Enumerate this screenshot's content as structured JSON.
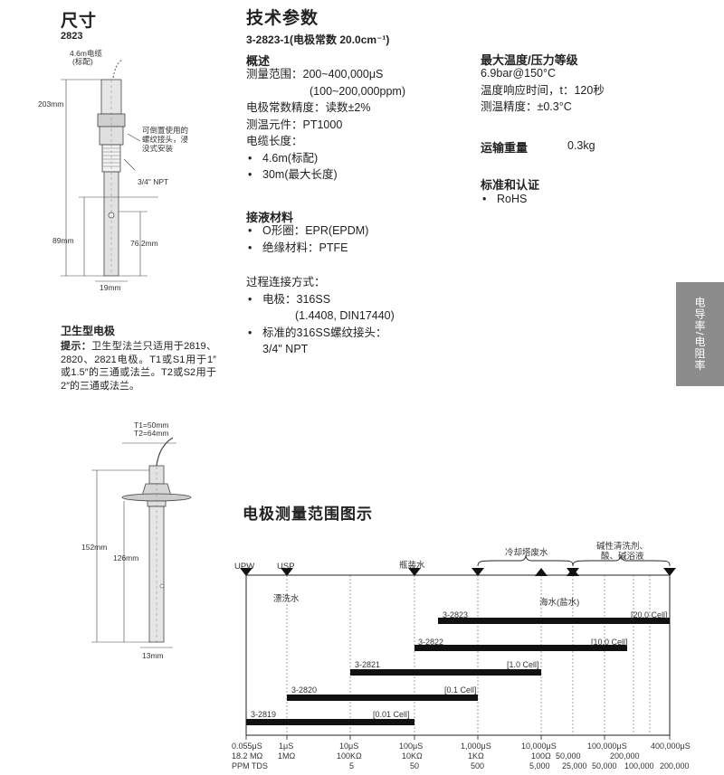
{
  "dimensions": {
    "title": "尺寸",
    "model": "2823",
    "cable_label_line1": "4.6m电缆",
    "cable_label_line2": "(标配)",
    "dim_203": "203mm",
    "inverted_note_line1": "可倒置使用的",
    "inverted_note_line2": "螺纹接头，浸",
    "inverted_note_line3": "没式安装",
    "npt_label": "3/4\" NPT",
    "dim_89": "89mm",
    "dim_762": "76.2mm",
    "dim_19": "19mm"
  },
  "sanitary": {
    "title": "卫生型电极",
    "note_bold": "提示：",
    "note_text": "卫生型法兰只适用于2819、2820、2821电极。T1或S1用于1″或1.5″的三通或法兰。T2或S2用于2″的三通或法兰。",
    "t1_label": "T1=50mm",
    "t2_label": "T2=64mm",
    "dim_152": "152mm",
    "dim_126": "126mm",
    "dim_13": "13mm"
  },
  "specs": {
    "title": "技术参数",
    "model_line": "3-2823-1(电极常数 20.0cm⁻¹)",
    "overview_title": "概述",
    "range_line1": "测量范围：200~400,000μS",
    "range_line2": "(100~200,000ppm)",
    "accuracy": "电极常数精度：读数±2%",
    "temp_element": "测温元件：PT1000",
    "cable_length": "电缆长度：",
    "cable_items": [
      "4.6m(标配)",
      "30m(最大长度)"
    ],
    "wetted_title": "接液材料",
    "wetted_items": [
      "O形圈：EPR(EPDM)",
      "绝缘材料：PTFE"
    ],
    "process_title": "过程连接方式：",
    "process_item1_line1": "电极：316SS",
    "process_item1_line2": "(1.4408, DIN17440)",
    "process_item2_line1": "标准的316SS螺纹接头：",
    "process_item2_line2": "3/4\" NPT",
    "max_title": "最大温度/压力等级",
    "max_pressure": "6.9bar@150°C",
    "response_time": "温度响应时间，t：120秒",
    "temp_accuracy": "测温精度：±0.3°C",
    "shipping_label": "运输重量",
    "shipping_value": "0.3kg",
    "cert_title": "标准和认证",
    "cert_items": [
      "RoHS"
    ]
  },
  "side_tab": "电导率/电阻率",
  "range_chart": {
    "title": "电极测量范围图示",
    "markers": {
      "upw": "UPW",
      "usp": "USP",
      "bottled": "瓶装水",
      "rinse": "漂洗水",
      "cooling": "冷却塔废水",
      "seawater": "海水(盐水)",
      "caustic_line1": "碱性清洗剂、",
      "caustic_line2": "酸、碱浴液"
    },
    "bars": [
      {
        "model": "3-2823",
        "cell": "[20.0 Cell]"
      },
      {
        "model": "3-2822",
        "cell": "[10.0 Cell]"
      },
      {
        "model": "3-2821",
        "cell": "[1.0 Cell]"
      },
      {
        "model": "3-2820",
        "cell": "[0.1 Cell]"
      },
      {
        "model": "3-2819",
        "cell": "[0.01 Cell]"
      }
    ],
    "axis_row1": [
      "0.055μS",
      "1μS",
      "10μS",
      "100μS",
      "1,000μS",
      "10,000μS",
      "100,000μS",
      "400,000μS"
    ],
    "axis_row2": [
      "18.2 MΩ",
      "1MΩ",
      "100KΩ",
      "10KΩ",
      "1KΩ",
      "100Ω",
      "50,000",
      "200,000"
    ],
    "axis_row3": [
      "PPM TDS",
      "5",
      "50",
      "500",
      "5,000",
      "25,000",
      "50,000",
      "100,000",
      "200,000"
    ]
  }
}
